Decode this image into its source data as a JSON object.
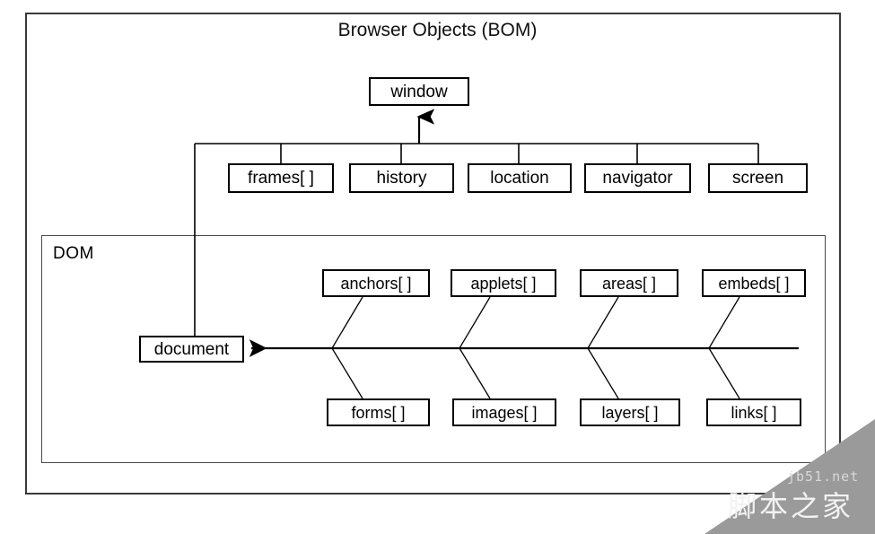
{
  "diagram": {
    "title": "Browser Objects (BOM)",
    "type": "hierarchy-diagram",
    "root_label": "window",
    "dom_section_label": "DOM",
    "document_label": "document",
    "bom_children": [
      {
        "label": "frames[ ]"
      },
      {
        "label": "history"
      },
      {
        "label": "location"
      },
      {
        "label": "navigator"
      },
      {
        "label": "screen"
      }
    ],
    "dom_collections_top": [
      {
        "label": "anchors[ ]"
      },
      {
        "label": "applets[ ]"
      },
      {
        "label": "areas[ ]"
      },
      {
        "label": "embeds[ ]"
      }
    ],
    "dom_collections_bottom": [
      {
        "label": "forms[ ]"
      },
      {
        "label": "images[ ]"
      },
      {
        "label": "layers[ ]"
      },
      {
        "label": "links[ ]"
      }
    ],
    "colors": {
      "line": "#000000",
      "outer_frame": "#3a3a3a",
      "dom_frame": "#4a4a4a",
      "box_fill": "#ffffff",
      "text": "#000000"
    }
  },
  "watermark": {
    "latin": "jb51.net",
    "chinese": "脚本之家",
    "triangle_color": "#9a9a9a"
  }
}
